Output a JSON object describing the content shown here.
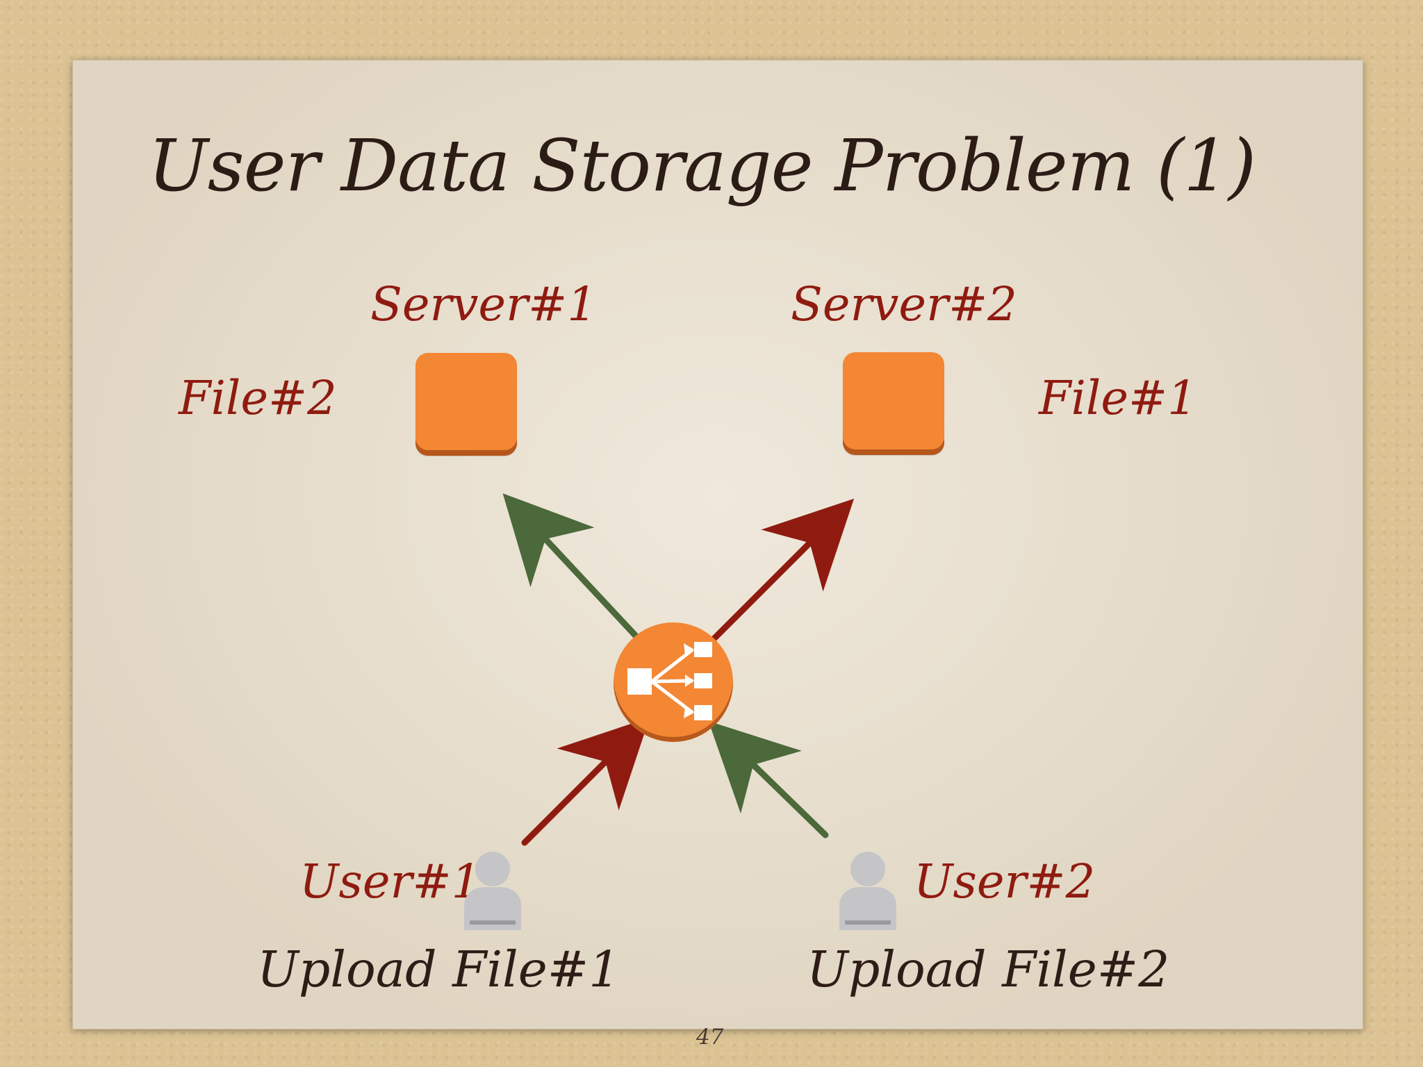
{
  "title": "User Data Storage Problem (1)",
  "nodes": {
    "server1": {
      "label": "Server#1",
      "file": "File#2"
    },
    "server2": {
      "label": "Server#2",
      "file": "File#1"
    },
    "user1": {
      "label": "User#1",
      "action": "Upload File#1"
    },
    "user2": {
      "label": "User#2",
      "action": "Upload File#2"
    }
  },
  "page_number": "47",
  "colors": {
    "paper": "#e7dcc8",
    "background": "#dcc393",
    "orange": "#f38734",
    "red_arrow": "#8f1b10",
    "green_arrow": "#4b693a",
    "text_red": "#8f1b10",
    "text_dark": "#2c1c16",
    "user_icon": "#c5c5c8"
  },
  "icons": [
    "server-box-icon",
    "load-balancer-icon",
    "user-icon",
    "arrow-icon"
  ]
}
